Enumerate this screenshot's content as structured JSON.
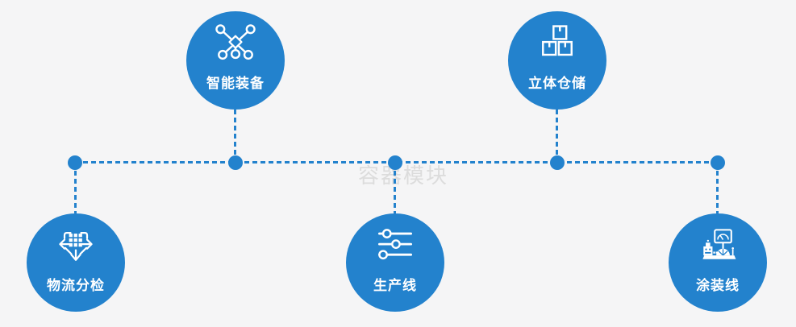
{
  "watermark": {
    "text": "容器模块"
  },
  "colors": {
    "node_blue": "#2382cd",
    "connector_blue": "#2382cd",
    "icon_white": "#ffffff",
    "background": "#f5f5f6",
    "watermark_gray": "#dcdcdc"
  },
  "connectors": {
    "style": "dashed",
    "junction_dots": 5
  },
  "nodes": [
    {
      "label": "智能装备",
      "icon": "network-nodes-icon",
      "position": "top-left"
    },
    {
      "label": "立体仓储",
      "icon": "stacked-boxes-icon",
      "position": "top-right"
    },
    {
      "label": "物流分检",
      "icon": "sorting-arrows-icon",
      "position": "bottom-left"
    },
    {
      "label": "生产线",
      "icon": "sliders-icon",
      "position": "bottom-center"
    },
    {
      "label": "涂装线",
      "icon": "machine-monitor-icon",
      "position": "bottom-right"
    }
  ]
}
